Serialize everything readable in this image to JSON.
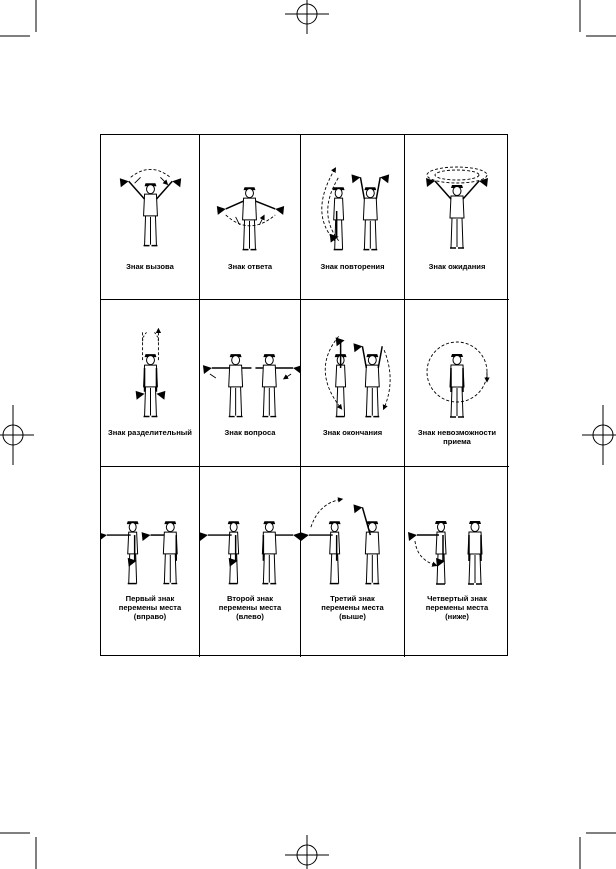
{
  "signals": [
    [
      {
        "caption": [
          "Знак вызова"
        ],
        "figure": "semaphore-call"
      },
      {
        "caption": [
          "Знак ответа"
        ],
        "figure": "semaphore-answer"
      },
      {
        "caption": [
          "Знак повторения"
        ],
        "figure": "semaphore-repeat"
      },
      {
        "caption": [
          "Знак ожидания"
        ],
        "figure": "semaphore-wait"
      }
    ],
    [
      {
        "caption": [
          "Знак разделительный"
        ],
        "figure": "semaphore-separator"
      },
      {
        "caption": [
          "Знак вопроса"
        ],
        "figure": "semaphore-question"
      },
      {
        "caption": [
          "Знак окончания"
        ],
        "figure": "semaphore-end"
      },
      {
        "caption": [
          "Знак невозможности",
          "приема"
        ],
        "figure": "semaphore-cannot-receive"
      }
    ],
    [
      {
        "caption": [
          "Первый знак",
          "перемены места",
          "(вправо)"
        ],
        "figure": "semaphore-change-right"
      },
      {
        "caption": [
          "Второй знак",
          "перемены места",
          "(влево)"
        ],
        "figure": "semaphore-change-left"
      },
      {
        "caption": [
          "Третий знак",
          "перемены места",
          "(выше)"
        ],
        "figure": "semaphore-change-up"
      },
      {
        "caption": [
          "Четвертый знак",
          "перемены места",
          "(ниже)"
        ],
        "figure": "semaphore-change-down"
      }
    ]
  ]
}
